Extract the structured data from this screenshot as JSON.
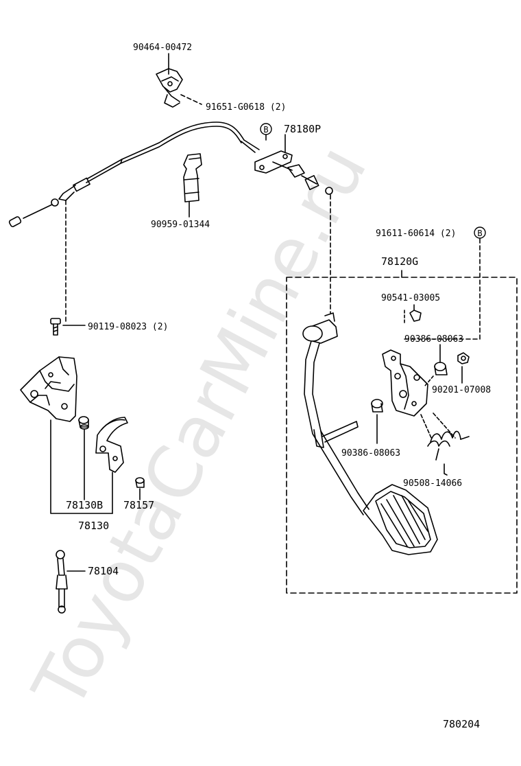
{
  "watermark": "ToyotaCarMine.ru",
  "diagram_code": "780204",
  "parts": {
    "p90464": "90464-00472",
    "p91651": "91651-G0618 (2)",
    "p78180P": "78180P",
    "p90959": "90959-01344",
    "p91611": "91611-60614 (2)",
    "p78120G": "78120G",
    "p90541": "90541-03005",
    "p90386a": "90386-08063",
    "p90201": "90201-07008",
    "p90386b": "90386-08063",
    "p90508": "90508-14066",
    "p90119": "90119-08023 (2)",
    "p78130B": "78130B",
    "p78157": "78157",
    "p78130": "78130",
    "p78104": "78104"
  },
  "symbol_B": "B"
}
